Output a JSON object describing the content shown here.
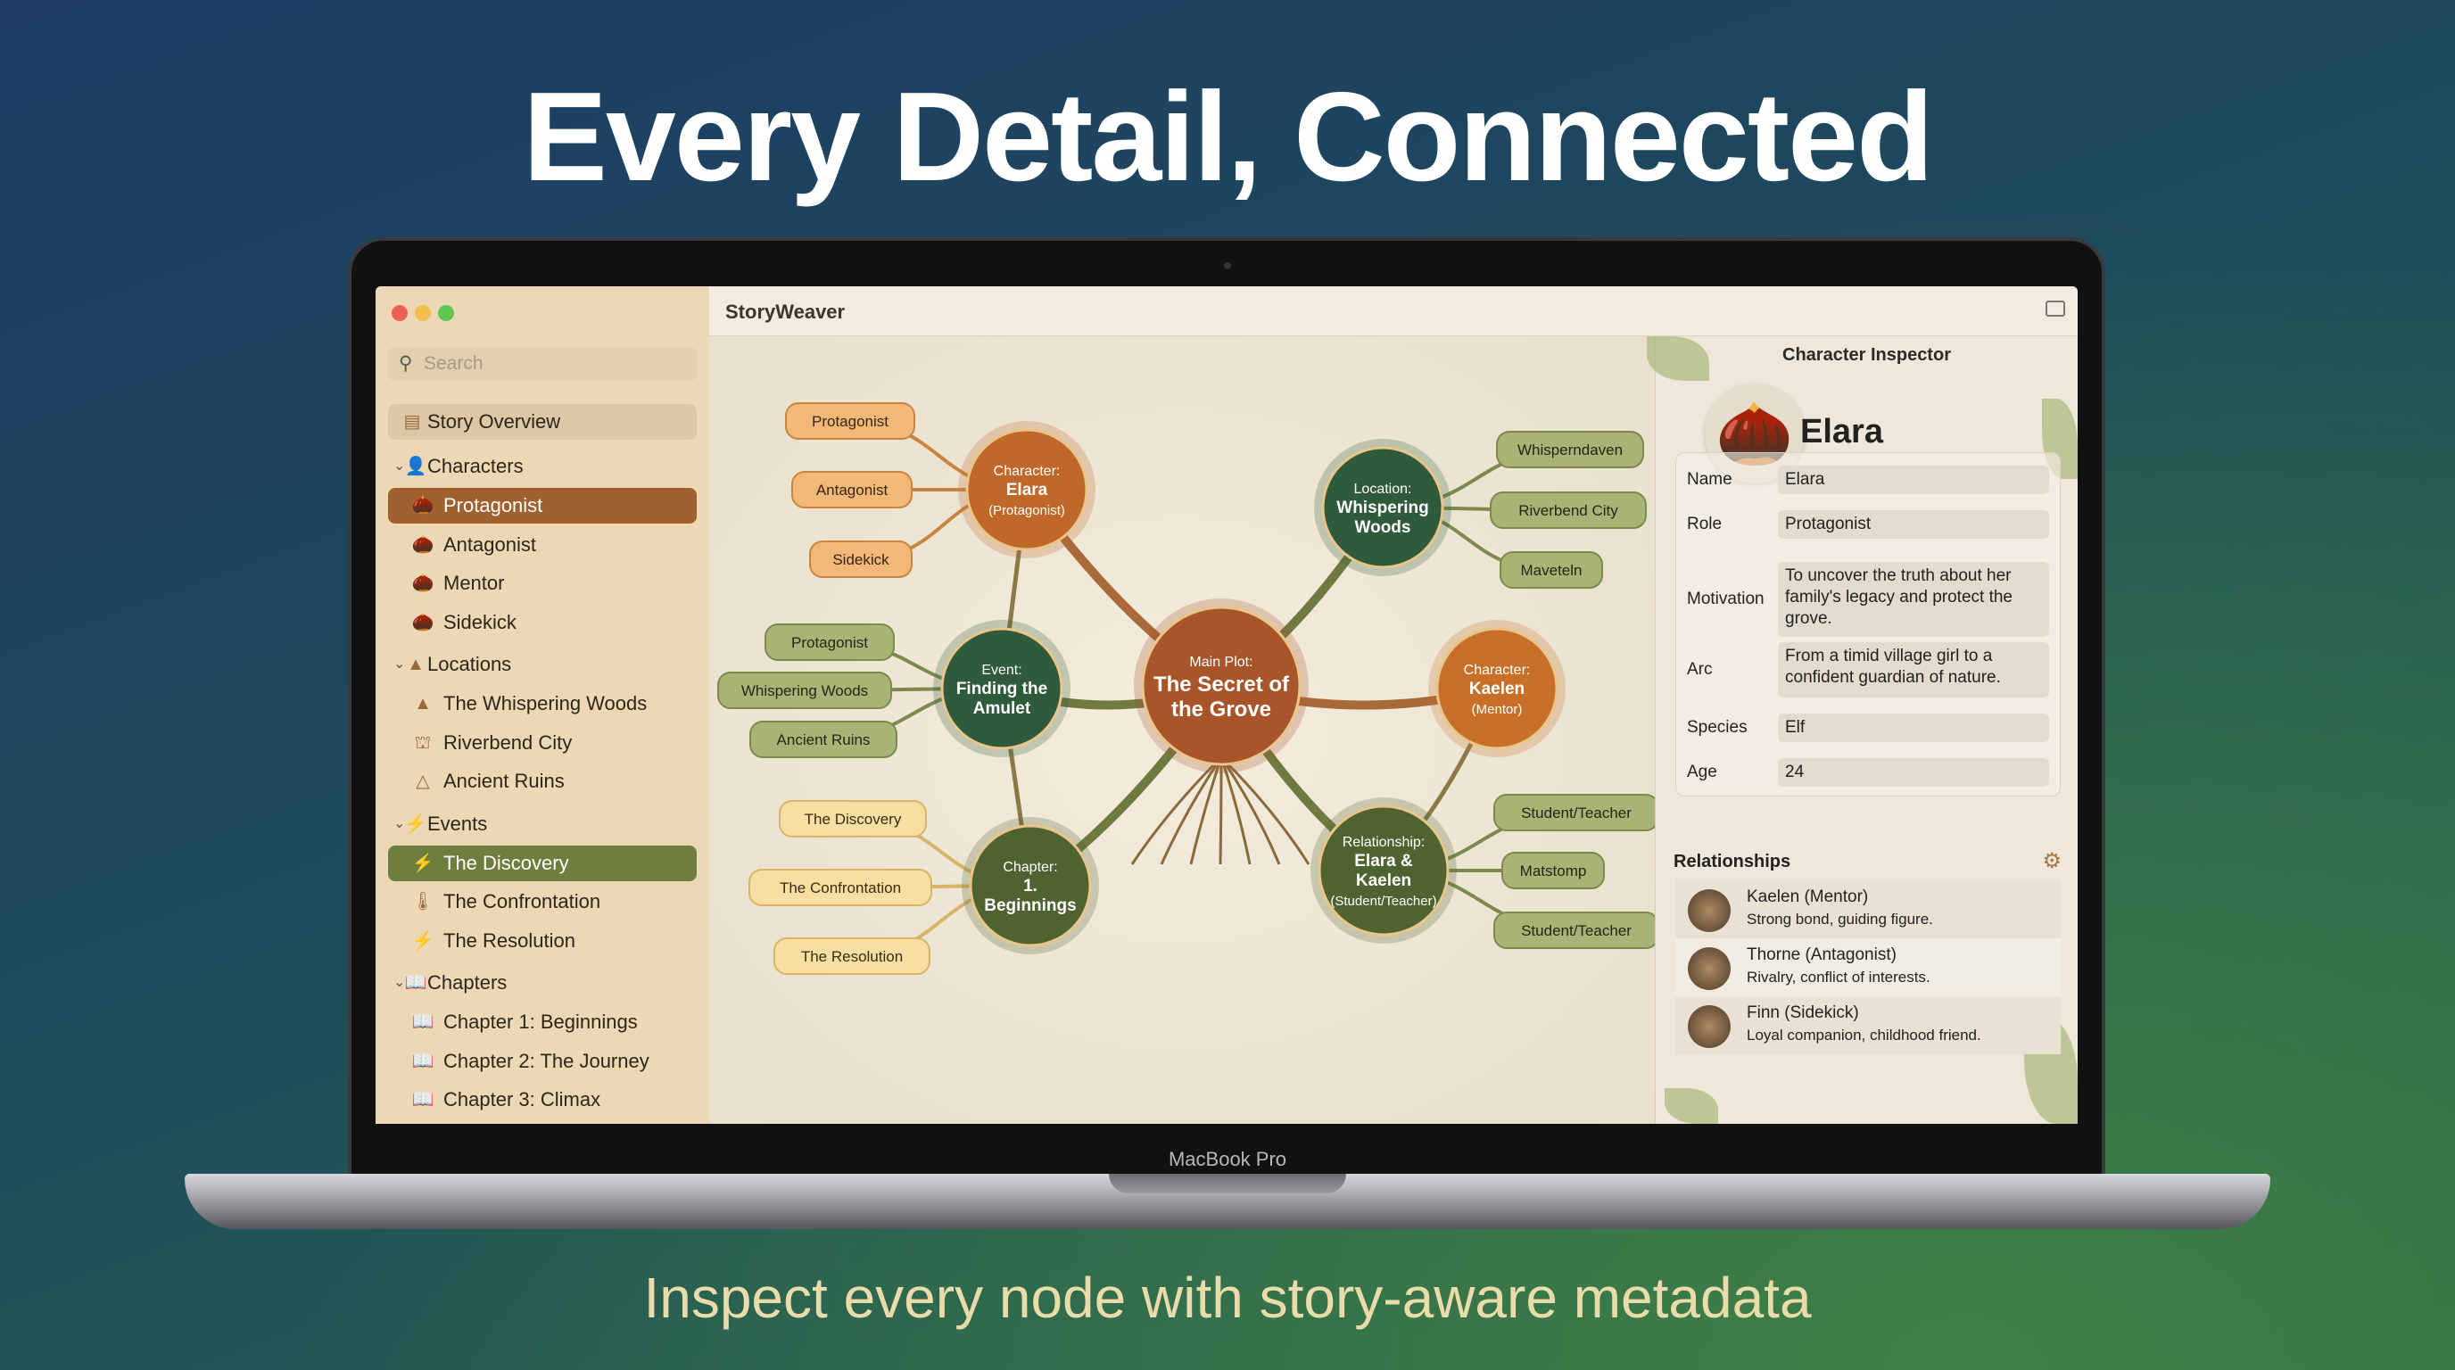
{
  "headline": "Every Detail, Connected",
  "subline": "Inspect every node with story-aware metadata",
  "device_label": "MacBook Pro",
  "window": {
    "title": "StoryWeaver",
    "traffic_light_colors": [
      "#ee5f57",
      "#f4bd4f",
      "#5ec853"
    ]
  },
  "sidebar": {
    "search_placeholder": "Search",
    "overview": "Story Overview",
    "groups": [
      {
        "label": "Characters",
        "icon": "person-icon",
        "items": [
          {
            "label": "Protagonist",
            "icon": "acorn-icon",
            "selected": true
          },
          {
            "label": "Antagonist",
            "icon": "acorn-icon"
          },
          {
            "label": "Mentor",
            "icon": "acorn-icon"
          },
          {
            "label": "Sidekick",
            "icon": "acorn-icon"
          }
        ]
      },
      {
        "label": "Locations",
        "icon": "mountain-icon",
        "items": [
          {
            "label": "The Whispering Woods",
            "icon": "mountain-icon"
          },
          {
            "label": "Riverbend City",
            "icon": "city-icon"
          },
          {
            "label": "Ancient Ruins",
            "icon": "ruins-icon"
          }
        ]
      },
      {
        "label": "Events",
        "icon": "bolt-icon",
        "items": [
          {
            "label": "The Discovery",
            "icon": "bolt-icon",
            "selected": true
          },
          {
            "label": "The Confrontation",
            "icon": "pin-icon"
          },
          {
            "label": "The Resolution",
            "icon": "bolt-icon"
          }
        ]
      },
      {
        "label": "Chapters",
        "icon": "book-icon",
        "items": [
          {
            "label": "Chapter 1: Beginnings",
            "icon": "book-icon"
          },
          {
            "label": "Chapter 2: The Journey",
            "icon": "book-icon"
          },
          {
            "label": "Chapter 3: Climax",
            "icon": "book-icon"
          }
        ]
      }
    ]
  },
  "map": {
    "colors": {
      "orange": "#c0682a",
      "green": "#2f5a3c",
      "olive": "#56692f",
      "root": "#9a6a3c"
    },
    "nodes": [
      {
        "id": "main",
        "kind": "Main Plot:",
        "title": "The Secret of the Grove",
        "sub": "",
        "color": "#a8552a"
      },
      {
        "id": "elara",
        "kind": "Character:",
        "title": "Elara",
        "sub": "(Protagonist)",
        "color": "#c0682a"
      },
      {
        "id": "woods",
        "kind": "Location:",
        "title": "Whispering Woods",
        "sub": "",
        "color": "#2f5a3c"
      },
      {
        "id": "event",
        "kind": "Event:",
        "title": "Finding the Amulet",
        "sub": "",
        "color": "#2f5a3c"
      },
      {
        "id": "kaelen",
        "kind": "Character:",
        "title": "Kaelen",
        "sub": "(Mentor)",
        "color": "#c8702a"
      },
      {
        "id": "chapter",
        "kind": "Chapter:",
        "title": "1. Beginnings",
        "sub": "",
        "color": "#4f6330"
      },
      {
        "id": "rel",
        "kind": "Relationship:",
        "title": "Elara & Kaelen",
        "sub": "(Student/Teacher)",
        "color": "#4f6330"
      }
    ],
    "pills": [
      {
        "parent": "elara",
        "label": "Protagonist",
        "style": "orange"
      },
      {
        "parent": "elara",
        "label": "Antagonist",
        "style": "orange"
      },
      {
        "parent": "elara",
        "label": "Sidekick",
        "style": "orange"
      },
      {
        "parent": "event",
        "label": "Protagonist",
        "style": "green"
      },
      {
        "parent": "event",
        "label": "Whispering Woods",
        "style": "green"
      },
      {
        "parent": "event",
        "label": "Ancient Ruins",
        "style": "green"
      },
      {
        "parent": "chapter",
        "label": "The Discovery",
        "style": "cream"
      },
      {
        "parent": "chapter",
        "label": "The Confrontation",
        "style": "cream"
      },
      {
        "parent": "chapter",
        "label": "The Resolution",
        "style": "cream"
      },
      {
        "parent": "woods",
        "label": "Whisperndaven",
        "style": "green"
      },
      {
        "parent": "woods",
        "label": "Riverbend City",
        "style": "green"
      },
      {
        "parent": "woods",
        "label": "Maveteln",
        "style": "green"
      },
      {
        "parent": "rel",
        "label": "Student/Teacher",
        "style": "green"
      },
      {
        "parent": "rel",
        "label": "Matstomp",
        "style": "green"
      },
      {
        "parent": "rel",
        "label": "Student/Teacher",
        "style": "green"
      }
    ]
  },
  "inspector": {
    "title": "Character Inspector",
    "name": "Elara",
    "avatar_icon": "acorn-icon",
    "fields": [
      {
        "label": "Name",
        "value": "Elara"
      },
      {
        "label": "Role",
        "value": "Protagonist"
      },
      {
        "label": "Motivation",
        "value": "To uncover the truth about her family's legacy and protect the grove."
      },
      {
        "label": "Arc",
        "value": "From a timid village girl to a confident guardian of nature."
      },
      {
        "label": "Species",
        "value": "Elf"
      },
      {
        "label": "Age",
        "value": "24"
      }
    ],
    "relationships_title": "Relationships",
    "relationships": [
      {
        "name": "Kaelen (Mentor)",
        "note": "Strong bond, guiding figure."
      },
      {
        "name": "Thorne (Antagonist)",
        "note": "Rivalry, conflict of interests."
      },
      {
        "name": "Finn (Sidekick)",
        "note": "Loyal companion, childhood friend."
      }
    ]
  }
}
